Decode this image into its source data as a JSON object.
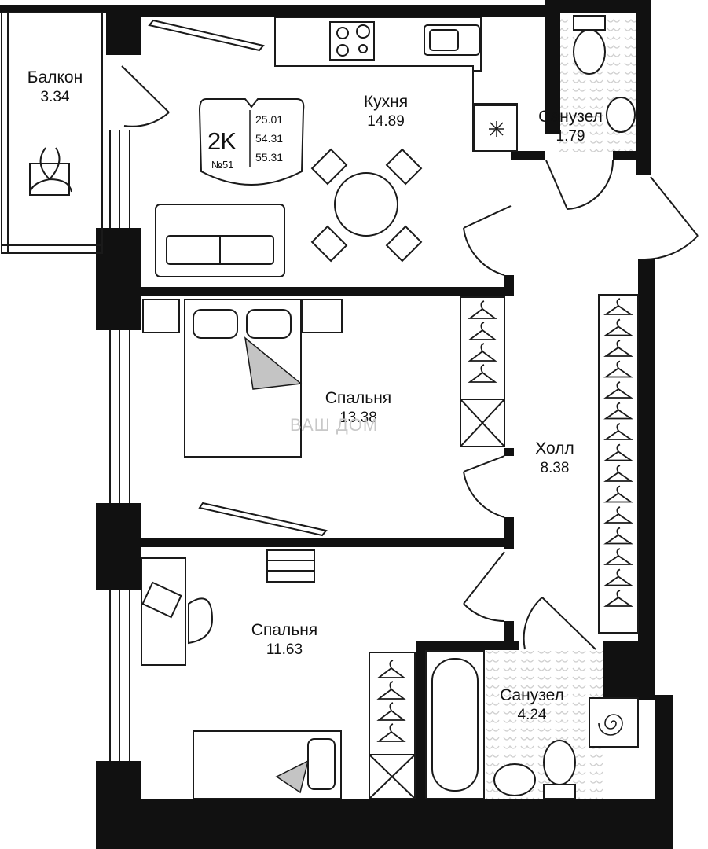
{
  "rooms": {
    "balcony": {
      "name": "Балкон",
      "area": "3.34"
    },
    "kitchen": {
      "name": "Кухня",
      "area": "14.89"
    },
    "wc_small": {
      "name": "Санузел",
      "area": "1.79"
    },
    "bedroom1": {
      "name": "Спальня",
      "area": "13.38"
    },
    "hall": {
      "name": "Холл",
      "area": "8.38"
    },
    "bedroom2": {
      "name": "Спальня",
      "area": "11.63"
    },
    "wc_large": {
      "name": "Санузел",
      "area": "4.24"
    }
  },
  "badge": {
    "code": "2K",
    "number": "№51",
    "values": [
      "25.01",
      "54.31",
      "55.31"
    ]
  },
  "watermark": "ВАШ ДОМ",
  "colors": {
    "wall": "#111111",
    "line": "#1a1a1a",
    "fill_gray": "#c4c4c4",
    "background": "#ffffff"
  }
}
